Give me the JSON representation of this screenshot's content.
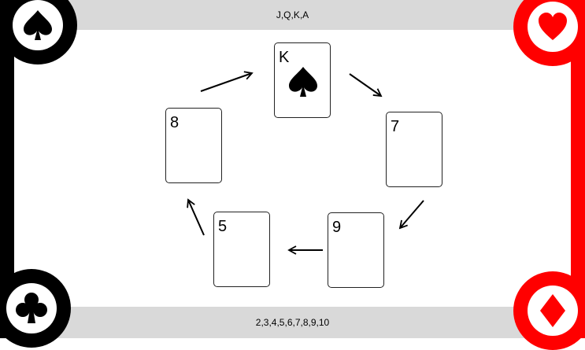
{
  "header": {
    "text": "J,Q,K,A"
  },
  "footer": {
    "text": "2,3,4,5,6,7,8,9,10"
  },
  "colors": {
    "black": "#000000",
    "red": "#ff0000",
    "band": "#d9d9d9"
  },
  "corners": [
    {
      "suit": "spade",
      "color": "#000000"
    },
    {
      "suit": "heart",
      "color": "#ff0000"
    },
    {
      "suit": "club",
      "color": "#000000"
    },
    {
      "suit": "diamond",
      "color": "#ff0000"
    }
  ],
  "cards": [
    {
      "rank": "K",
      "suit": "spade"
    },
    {
      "rank": "7",
      "suit": ""
    },
    {
      "rank": "9",
      "suit": ""
    },
    {
      "rank": "5",
      "suit": ""
    },
    {
      "rank": "8",
      "suit": ""
    }
  ]
}
